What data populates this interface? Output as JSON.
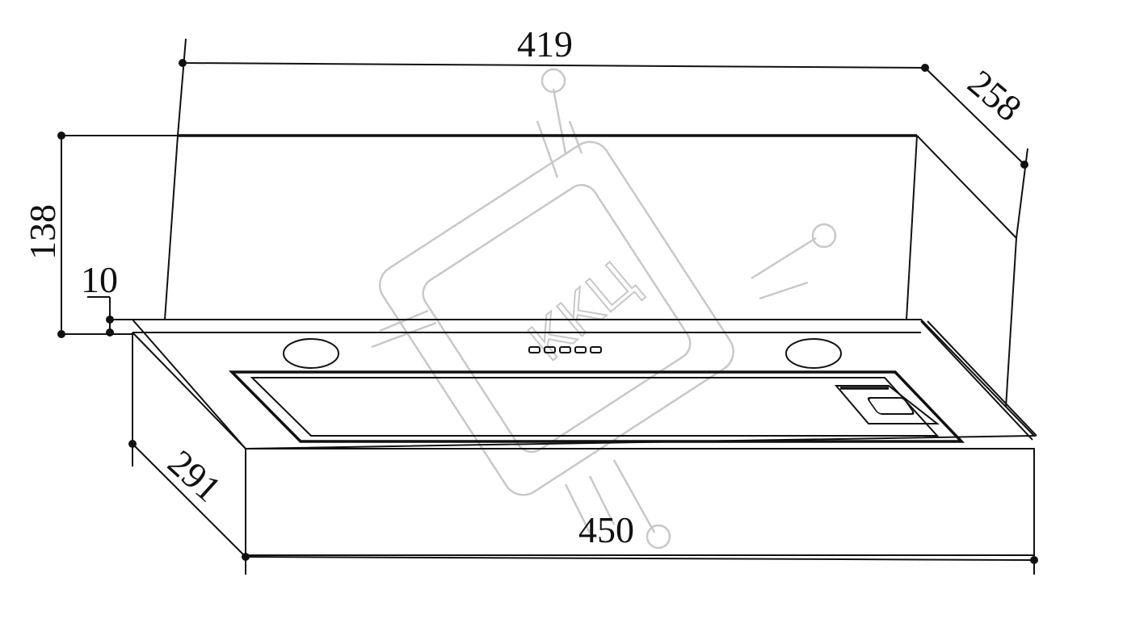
{
  "title": "Built-in range hood dimension drawing",
  "dimensions": {
    "top_width": "419",
    "top_depth": "258",
    "height": "138",
    "rim": "10",
    "bottom_depth": "291",
    "bottom_width": "450"
  },
  "watermark": {
    "text": "KKЦ"
  },
  "colors": {
    "line": "#111111",
    "watermark": "#c8c8c8"
  }
}
